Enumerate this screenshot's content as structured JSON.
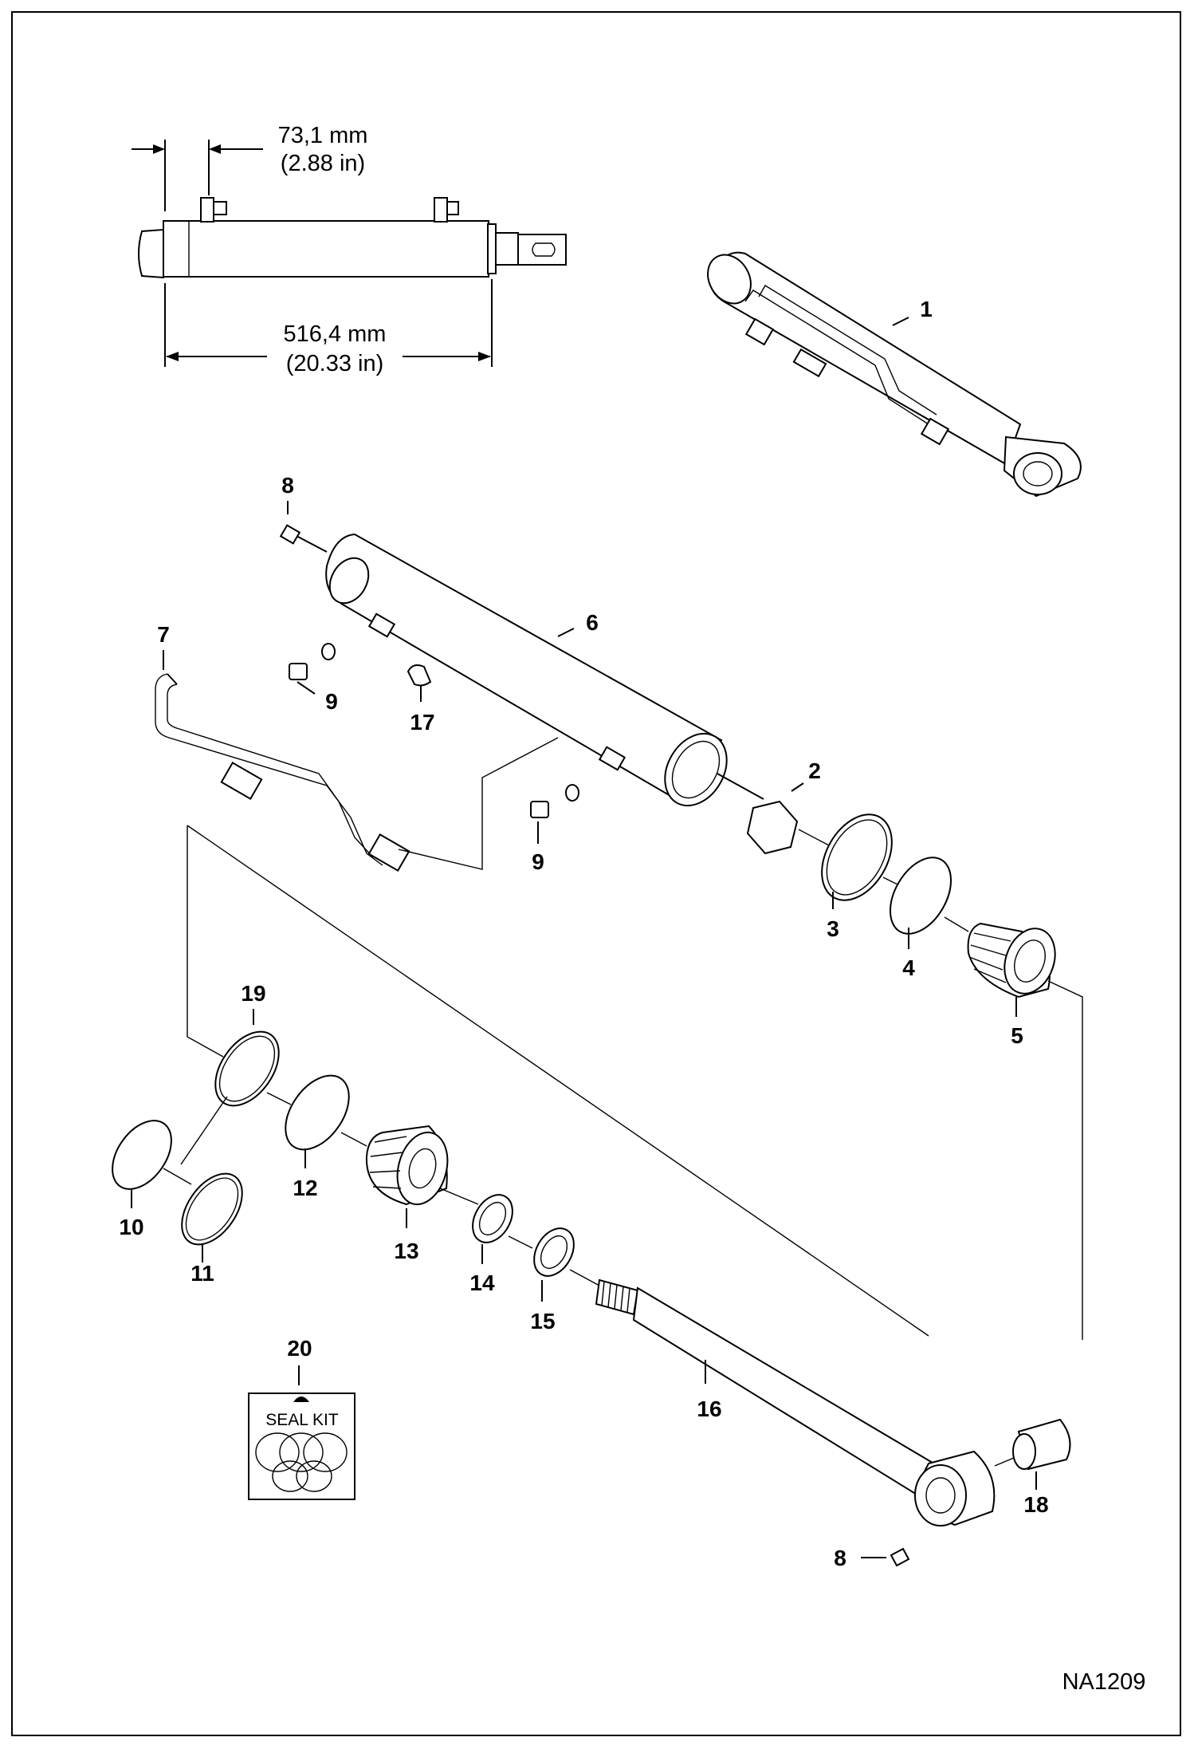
{
  "dimensions": {
    "offset_mm": "73,1 mm",
    "offset_in": "(2.88 in)",
    "length_mm": "516,4 mm",
    "length_in": "(20.33 in)"
  },
  "callouts": {
    "p1": "1",
    "p2": "2",
    "p3": "3",
    "p4": "4",
    "p5": "5",
    "p6": "6",
    "p7": "7",
    "p8a": "8",
    "p8b": "8",
    "p9a": "9",
    "p9b": "9",
    "p10": "10",
    "p11": "11",
    "p12": "12",
    "p13": "13",
    "p14": "14",
    "p15": "15",
    "p16": "16",
    "p17": "17",
    "p18": "18",
    "p19": "19",
    "p20": "20"
  },
  "seal_kit_label": "SEAL KIT",
  "figure_ref": "NA1209"
}
